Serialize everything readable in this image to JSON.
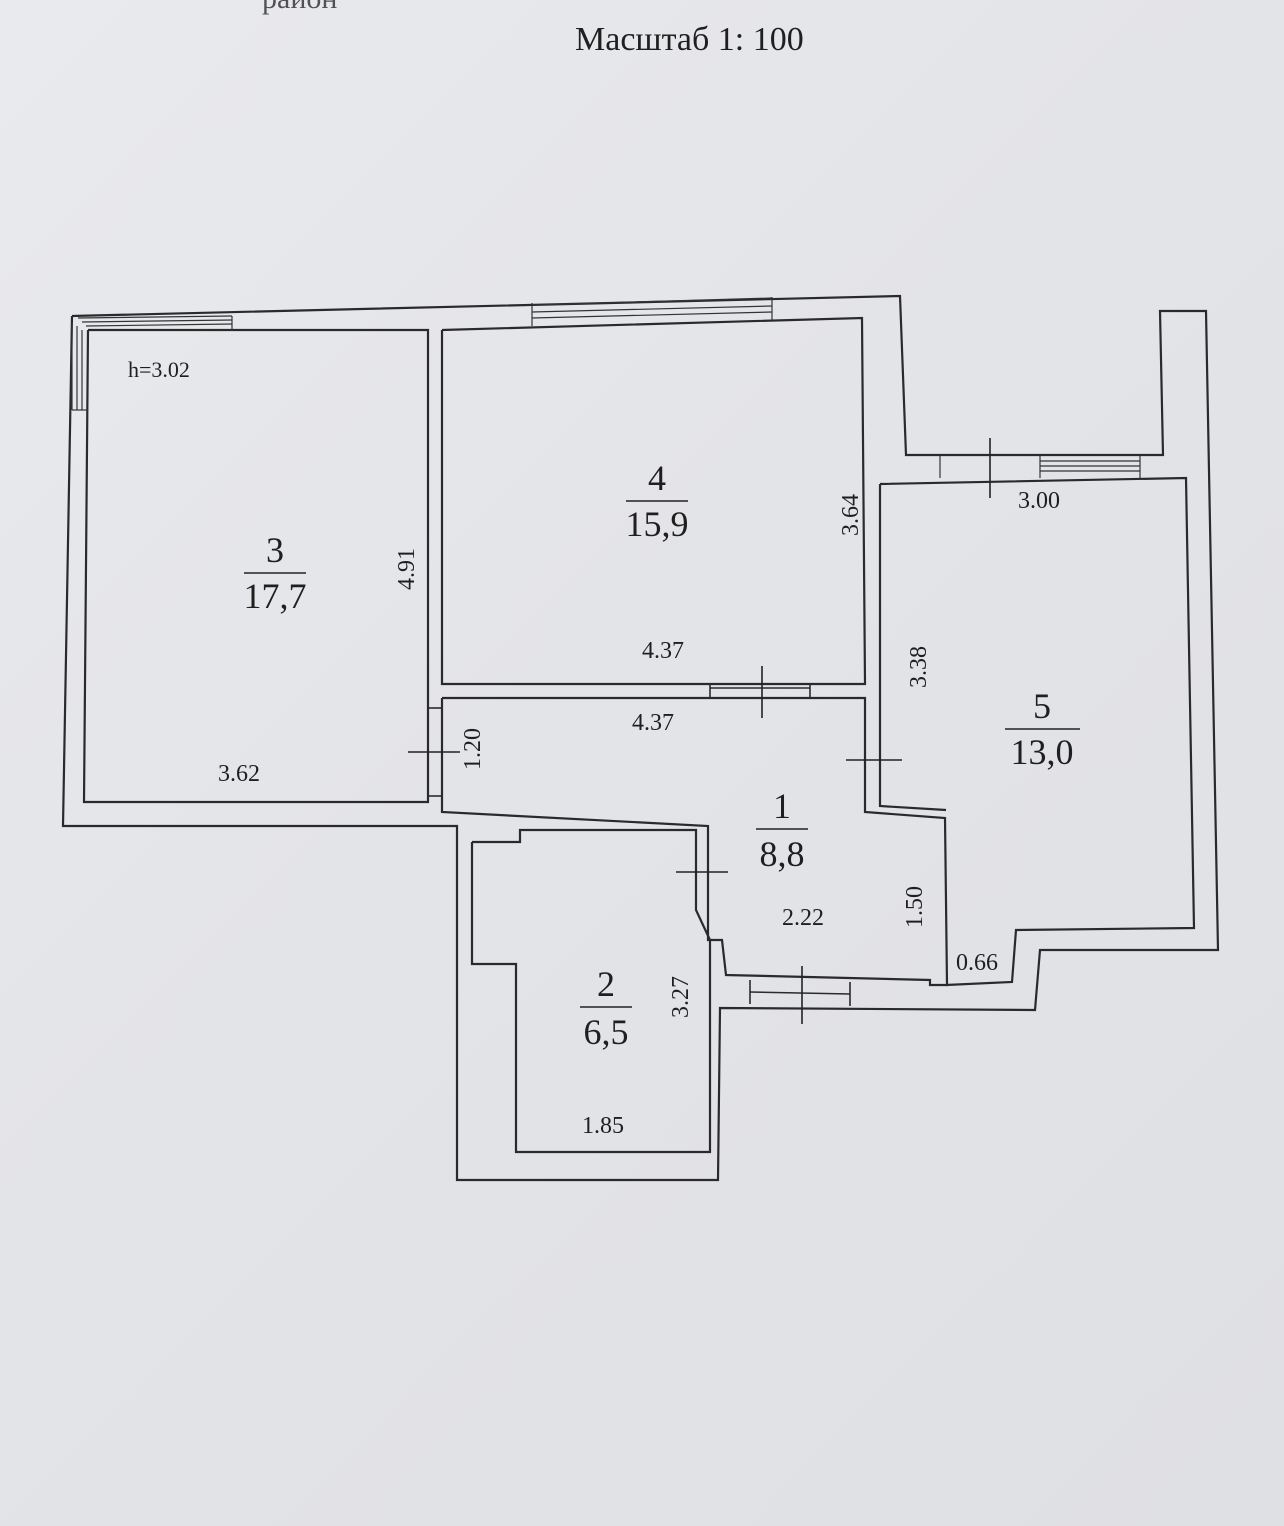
{
  "header": {
    "top_cut_text": "район",
    "scale": "Масштаб 1: 100"
  },
  "ceiling_height": "h=3.02",
  "rooms": [
    {
      "id": "3",
      "number": "3",
      "area": "17,7"
    },
    {
      "id": "4",
      "number": "4",
      "area": "15,9"
    },
    {
      "id": "5",
      "number": "5",
      "area": "13,0"
    },
    {
      "id": "1",
      "number": "1",
      "area": "8,8"
    },
    {
      "id": "2",
      "number": "2",
      "area": "6,5"
    }
  ],
  "dimensions": {
    "room3_height": "4.91",
    "room3_width": "3.62",
    "room4_height": "3.64",
    "room4_width": "4.37",
    "corridor_width": "4.37",
    "corridor_height": "1.20",
    "room5_top": "3.00",
    "room5_side": "3.38",
    "room5_step": "0.66",
    "room1_height": "1.50",
    "room1_width": "2.22",
    "room2_height": "3.27",
    "room2_width": "1.85"
  }
}
